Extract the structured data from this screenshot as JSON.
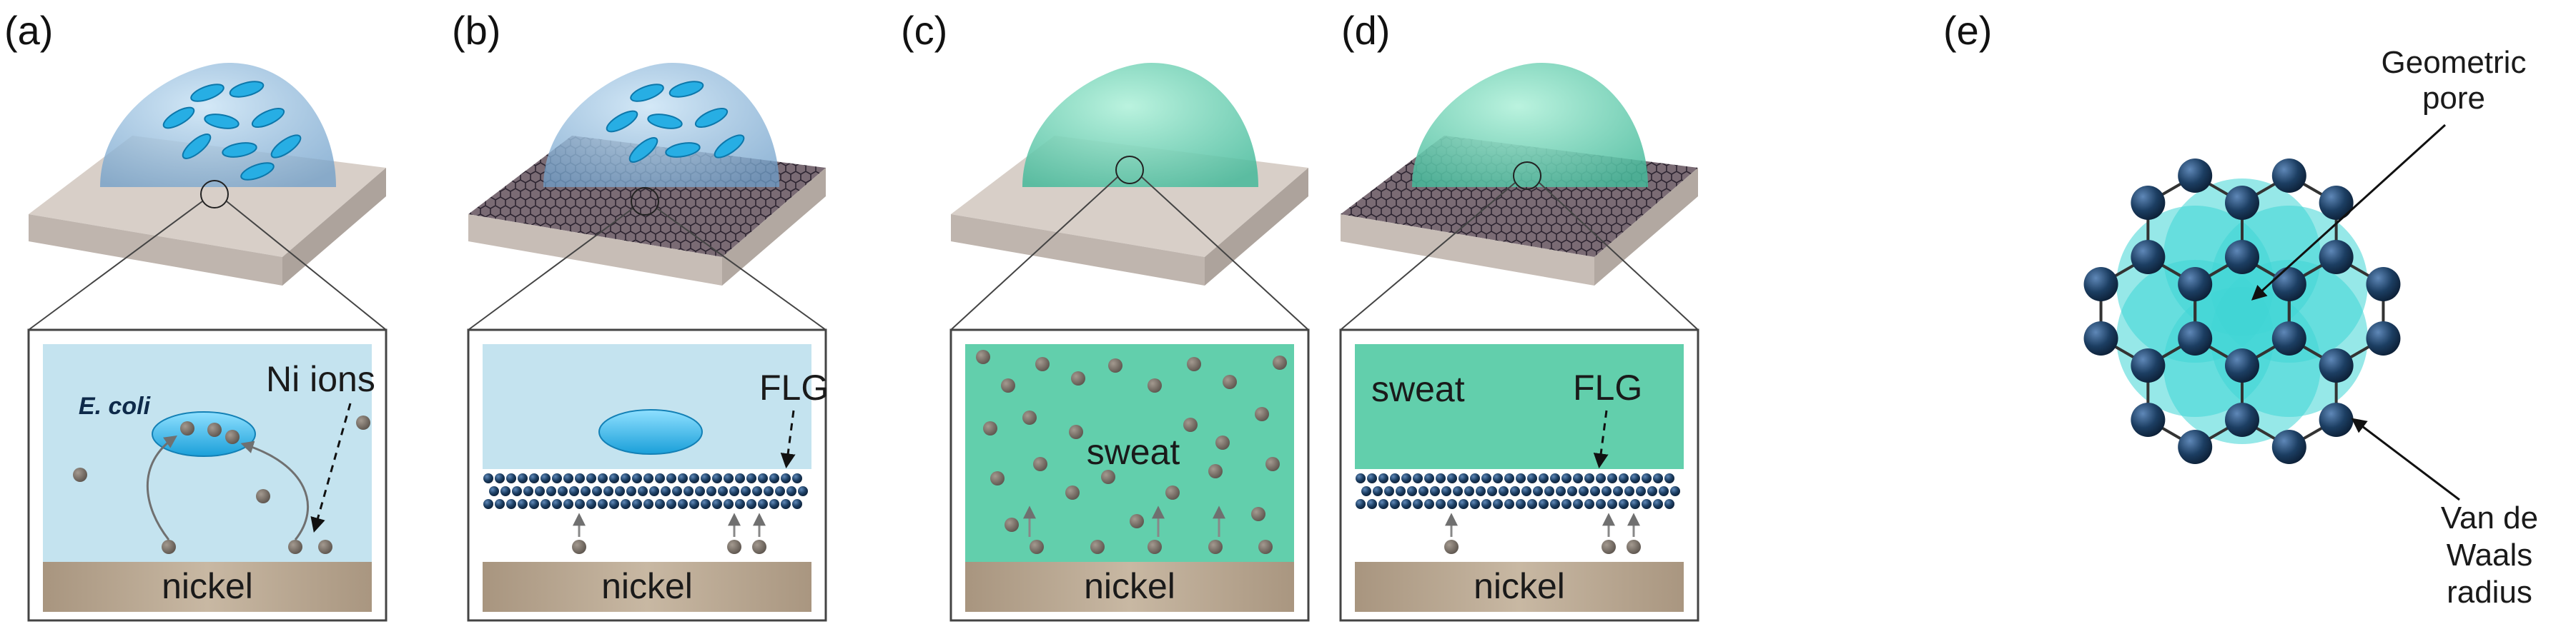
{
  "panels": {
    "a": {
      "label": "(a)",
      "microbe": "E. coli",
      "ions": "Ni ions",
      "substrate": "nickel"
    },
    "b": {
      "label": "(b)",
      "layer": "FLG",
      "substrate": "nickel"
    },
    "c": {
      "label": "(c)",
      "liquid": "sweat",
      "substrate": "nickel"
    },
    "d": {
      "label": "(d)",
      "liquid": "sweat",
      "layer": "FLG",
      "substrate": "nickel"
    },
    "e": {
      "label": "(e)",
      "pore_label_1": "Geometric",
      "pore_label_2": "pore",
      "radius_label_1": "Van de",
      "radius_label_2": "Waals",
      "radius_label_3": "radius"
    }
  },
  "colors": {
    "water": "#c4e3ef",
    "sweat": "#62cfac",
    "bacteria": "#2fb4ea",
    "ion": "#7a716a",
    "graphene_atom": "#1c3e62",
    "nickel": "#b3a28e",
    "vdw": "#3fd6d6"
  }
}
